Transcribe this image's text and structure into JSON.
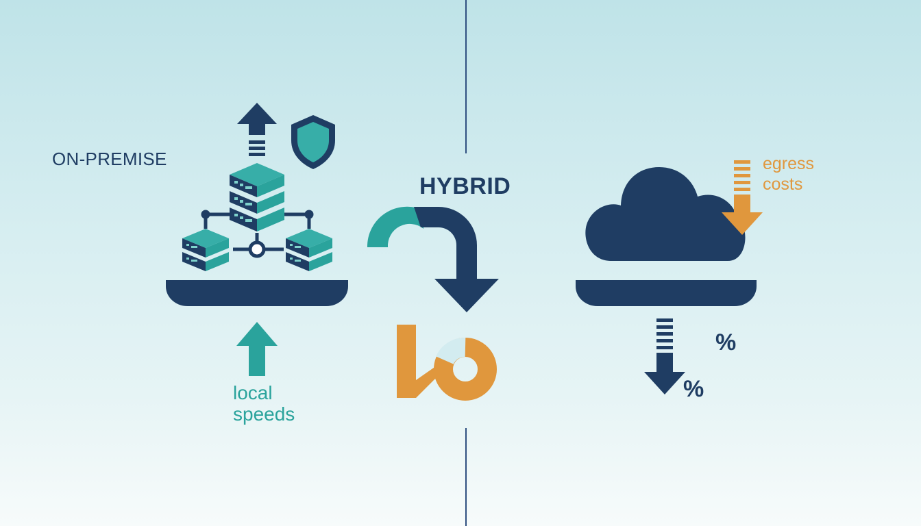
{
  "labels": {
    "on_premise": "ON-PREMISE",
    "hybrid": "HYBRID",
    "local_line1": "local",
    "local_line2": "speeds",
    "egress_line1": "egress",
    "egress_line2": "costs",
    "percent_1": "%",
    "percent_2": "%"
  },
  "colors": {
    "navy": "#1f3d63",
    "teal": "#2aa39c",
    "orange": "#e0973d",
    "light_blue": "#cfe8ee"
  },
  "icons": [
    "server-stack-icon",
    "shield-icon",
    "arrow-up-icon",
    "network-node-icon",
    "curved-arrow-icon",
    "donut-chart-icon",
    "cloud-icon",
    "arrow-down-icon"
  ]
}
